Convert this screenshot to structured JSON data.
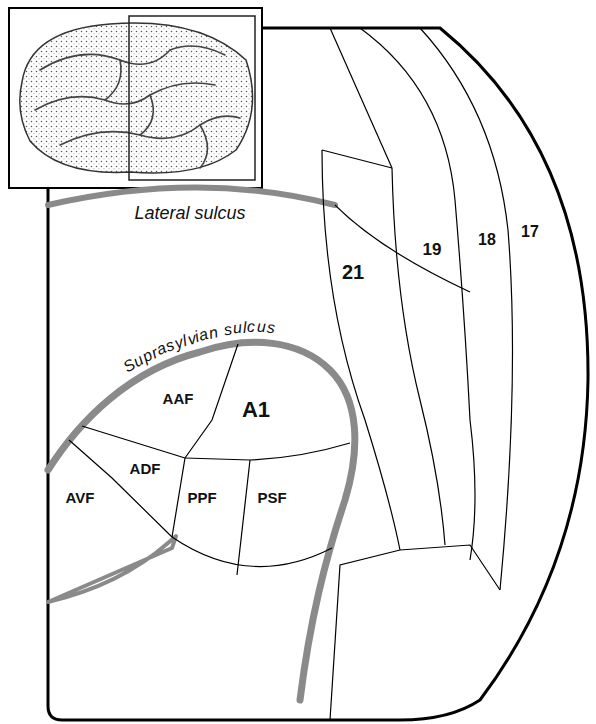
{
  "diagram": {
    "nodes": [
      {
        "text": [
          "17"
        ]
      },
      {
        "text": [
          "18"
        ]
      },
      {
        "text": [
          "19"
        ]
      },
      {
        "text": [
          "21"
        ]
      },
      {
        "text": [
          "AAF"
        ]
      },
      {
        "text": [
          "A1"
        ]
      },
      {
        "text": [
          "ADF"
        ]
      },
      {
        "text": [
          "AVF"
        ]
      },
      {
        "text": [
          "PPF"
        ]
      },
      {
        "text": [
          "PSF"
        ]
      }
    ],
    "labels": [
      "Lateral sulcus",
      "Suprasylvian sulcus"
    ]
  }
}
